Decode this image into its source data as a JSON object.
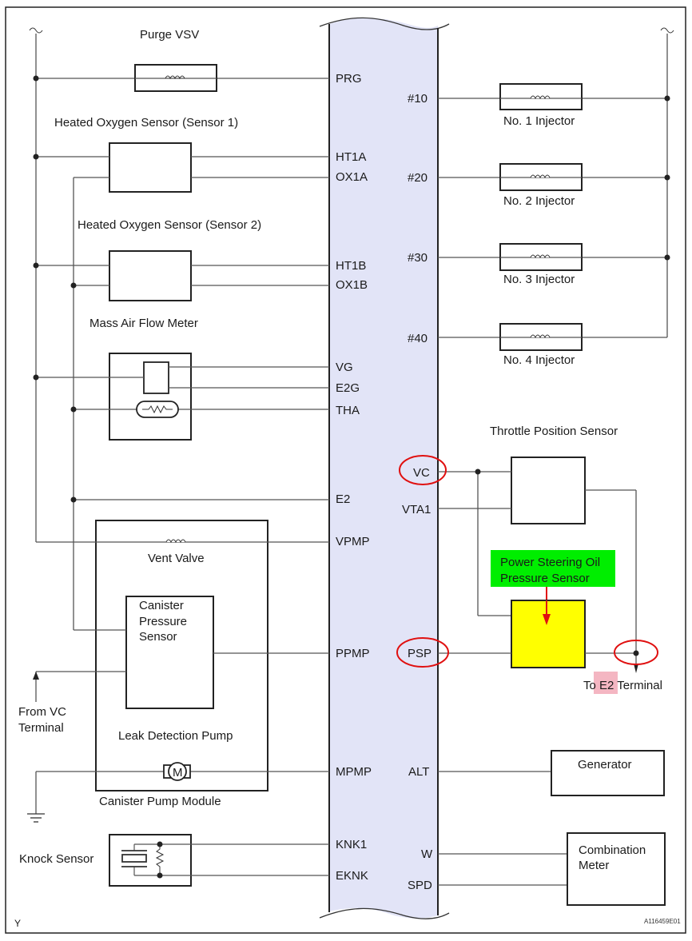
{
  "figure_id": "A116459E01",
  "corner_mark": "Y",
  "colors": {
    "ecu_fill": "#e2e4f7",
    "highlight_ring": "#e01010",
    "callout_bg": "#00ee00",
    "target_fill": "#ffff00",
    "e2_highlight": "#f4b6c2"
  },
  "ecu_terminals_left": [
    "PRG",
    "HT1A",
    "OX1A",
    "HT1B",
    "OX1B",
    "VG",
    "E2G",
    "THA",
    "E2",
    "VPMP",
    "PPMP",
    "MPMP",
    "KNK1",
    "EKNK"
  ],
  "ecu_terminals_right": [
    "#10",
    "#20",
    "#30",
    "#40",
    "VC",
    "VTA1",
    "PSP",
    "ALT",
    "W",
    "SPD"
  ],
  "components": {
    "purge_vsv": "Purge VSV",
    "ho2s1": "Heated Oxygen Sensor (Sensor 1)",
    "ho2s2": "Heated Oxygen Sensor (Sensor 2)",
    "maf": "Mass Air Flow Meter",
    "vent_valve": "Vent Valve",
    "canister_pressure_sensor": [
      "Canister",
      "Pressure",
      "Sensor"
    ],
    "leak_detection_pump": "Leak Detection Pump",
    "canister_pump_module": "Canister Pump Module",
    "from_vc": [
      "From VC",
      "Terminal"
    ],
    "knock_sensor": "Knock Sensor",
    "injectors": [
      "No. 1 Injector",
      "No. 2 Injector",
      "No. 3 Injector",
      "No. 4 Injector"
    ],
    "tps": "Throttle Position Sensor",
    "ps_callout": [
      "Power Steering Oil",
      "Pressure Sensor"
    ],
    "to_e2": {
      "prefix": "To ",
      "highlight": "E2",
      "suffix": " Terminal"
    },
    "generator": "Generator",
    "combination_meter": [
      "Combination",
      "Meter"
    ],
    "motor_symbol": "M"
  },
  "highlighted_terminals": [
    "VC",
    "PSP"
  ]
}
